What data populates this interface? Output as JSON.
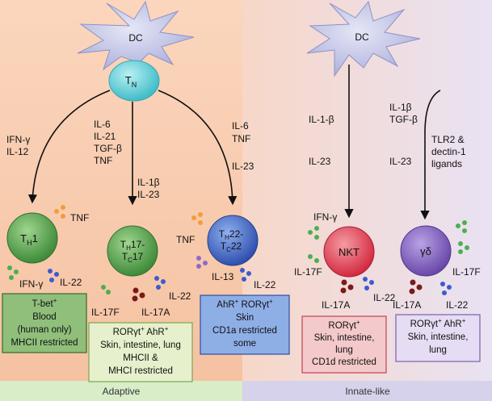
{
  "sections": {
    "adaptive_label": "Adaptive",
    "innate_label": "Innate-like"
  },
  "cells": {
    "dc_left": "DC",
    "dc_right": "DC",
    "tn": "T",
    "tn_sub": "N",
    "th1": "T",
    "th1_sub": "H",
    "th1_tail": "1",
    "th17_line1": "T",
    "th17_line1_sub": "H",
    "th17_line1_tail": "17-",
    "th17_line2": "T",
    "th17_line2_sub": "C",
    "th17_line2_tail": "17",
    "th22_line1": "T",
    "th22_line1_sub": "H",
    "th22_line1_tail": "22-",
    "th22_line2": "T",
    "th22_line2_sub": "C",
    "th22_line2_tail": "22",
    "nkt": "NKT",
    "gd": "γδ"
  },
  "signals": {
    "th1_a": "IFN-γ",
    "th1_b": "IL-12",
    "th17_a": "IL-6",
    "th17_b": "IL-21",
    "th17_c": "TGF-β",
    "th17_d": "TNF",
    "th17_e": "IL-1β",
    "th17_f": "IL-23",
    "th22_a": "IL-6",
    "th22_b": "TNF",
    "th22_c": "IL-23",
    "nkt_a": "IL-1-β",
    "nkt_b": "IL-23",
    "gd_a": "IL-1β",
    "gd_b": "TGF-β",
    "gd_c": "IL-23",
    "gd_d": "TLR2 &",
    "gd_e": "dectin-1",
    "gd_f": "ligands"
  },
  "cytokines": {
    "th1_tnf": "TNF",
    "th1_ifng": "IFN-γ",
    "th1_il22": "IL-22",
    "th17_il22": "IL-22",
    "th17_il17f": "IL-17F",
    "th17_il17a": "IL-17A",
    "th22_tnf": "TNF",
    "th22_il13": "IL-13",
    "th22_il22": "IL-22",
    "nkt_ifng": "IFN-γ",
    "nkt_il17f": "IL-17F",
    "nkt_il17a": "IL-17A",
    "nkt_il22": "IL-22",
    "gd_il17f": "IL-17F",
    "gd_il17a": "IL-17A",
    "gd_il22": "IL-22"
  },
  "boxes": {
    "th1": {
      "l1": "T-bet",
      "l1_sup": "+",
      "l2": "Blood",
      "l3": "(human only)",
      "l4": "MHCII restricted"
    },
    "th17": {
      "l1": "RORγt",
      "l1_sup": "+",
      "l1b": " AhR",
      "l1b_sup": "+",
      "l2": "Skin, intestine, lung",
      "l3": "MHCII &",
      "l4": "MHCI restricted"
    },
    "th22": {
      "l1": "AhR",
      "l1_sup": "+",
      "l1b": " RORγt",
      "l1b_sup": "+",
      "l2": "Skin",
      "l3": "CD1a restricted",
      "l4": "some"
    },
    "nkt": {
      "l1": "RORγt",
      "l1_sup": "+",
      "l2": "Skin, intestine,",
      "l3": "lung",
      "l4": "CD1d restricted"
    },
    "gd": {
      "l1": "RORγt",
      "l1_sup": "+",
      "l1b": " AhR",
      "l1b_sup": "+",
      "l2": "Skin, intestine,",
      "l3": "lung"
    }
  },
  "colors": {
    "adaptive_bg": "#f7c7a8",
    "innate_bg": "#ece2f2",
    "adaptive_bar": "#d7ecc7",
    "innate_bar": "#d7d3ec",
    "dc": "#c5c7e8",
    "tn": "#6fd3dc",
    "green_cell": "#4f9a48",
    "blue_cell": "#3f63c4",
    "nkt_cell": "#e03b4f",
    "gd_cell": "#7a58b8",
    "dot_orange": "#f39c3a",
    "dot_green": "#4caf50",
    "dot_blue": "#3b5bd0",
    "dot_darkred": "#7a1a1a",
    "dot_purple": "#8a6cc9"
  }
}
